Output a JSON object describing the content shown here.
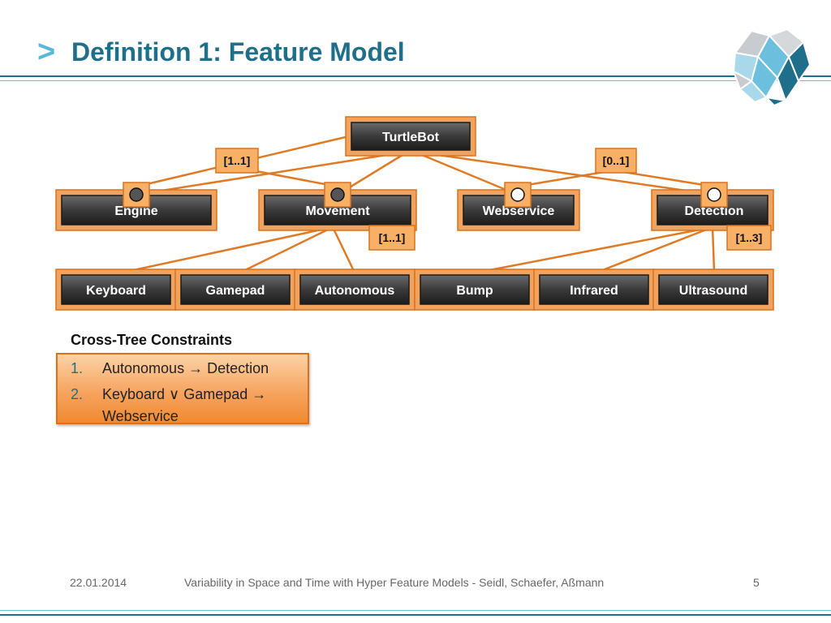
{
  "slide": {
    "title_marker": ">",
    "title": "Definition 1: Feature Model"
  },
  "diagram": {
    "root": "TurtleBot",
    "features": [
      "Engine",
      "Movement",
      "Webservice",
      "Detection"
    ],
    "leaves": [
      "Keyboard",
      "Gamepad",
      "Autonomous",
      "Bump",
      "Infrared",
      "Ultrasound"
    ],
    "root_groups": [
      "[1..1]",
      "[0..1]"
    ],
    "sub_groups": [
      "[1..1]",
      "[1..3]"
    ]
  },
  "constraints": {
    "heading": "Cross-Tree Constraints",
    "items": [
      {
        "num": "1.",
        "text": "Autonomous → Detection"
      },
      {
        "num": "2.",
        "line1": "Keyboard ∨ Gamepad →",
        "line2": "Webservice"
      }
    ]
  },
  "footer": {
    "date": "22.01.2014",
    "text": "Variability in Space and Time with Hyper Feature Models - Seidl, Schaefer, Aßmann",
    "page": "5"
  },
  "colors": {
    "title": "#1f6f8b",
    "accent": "#5bb7d8",
    "feature_outline": "#e07a24"
  }
}
